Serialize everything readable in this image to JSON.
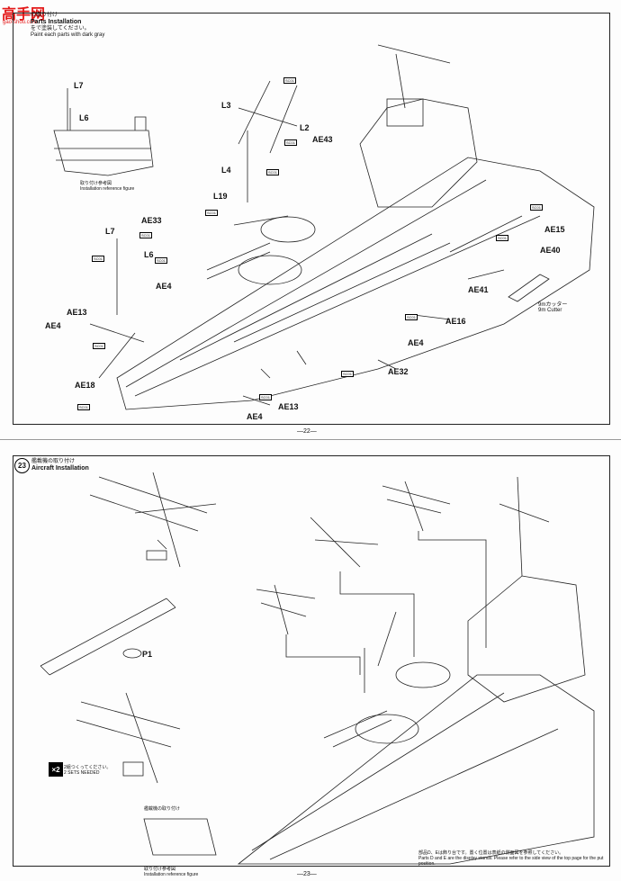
{
  "watermark": {
    "text": "高手网",
    "url": "gao-shou.com"
  },
  "top": {
    "step_header": {
      "title_jp": "の取り付け",
      "title_en": "Parts Installation",
      "note_jp": "をで塗装してください。",
      "note_en": "Paint each parts with dark gray"
    },
    "paint_code": "SC01",
    "ref_figure": {
      "jp": "取り付け参考図",
      "en": "Installation reference figure"
    },
    "cutter": {
      "jp": "9mカッター",
      "en": "9m Cutter"
    },
    "page_number": "—22—",
    "labels": [
      "L7",
      "L6",
      "L3",
      "L2",
      "AE43",
      "L4",
      "L19",
      "AE33",
      "L7",
      "L6",
      "AE4",
      "AE13",
      "AE4",
      "AE18",
      "AE15",
      "AE40",
      "AE41",
      "AE16",
      "AE4",
      "AE32",
      "AE13",
      "AE4"
    ]
  },
  "bottom": {
    "step_number": "23",
    "title_jp": "艦載機の取り付け",
    "title_en": "Aircraft Installation",
    "part_label": "P1",
    "sets": {
      "mult": "×2",
      "jp": "2組つくってください。",
      "en": "2 SETS NEEDED"
    },
    "ref_figure": {
      "jp": "艦載機の取り付け",
      "jp2": "取り付け参考図",
      "en": "Installation reference figure"
    },
    "note": {
      "jp": "部品D、Eは飾り台です。置く位置は表紙の側面図を参照してください。",
      "en": "Parts D and E are the display stands. Please refer to the side view of the top page for the put position."
    },
    "page_number": "—23—"
  }
}
